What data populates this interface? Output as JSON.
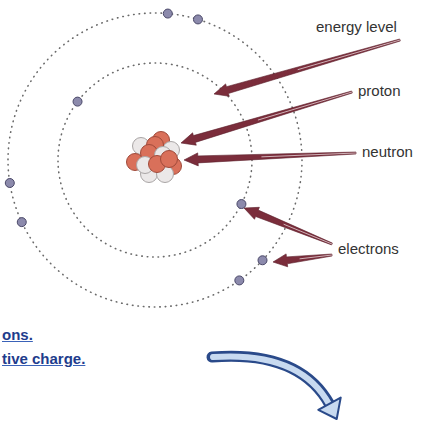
{
  "diagram": {
    "labels": [
      "energy level",
      "proton",
      "neutron",
      "electrons",
      "ons.",
      "tive charge."
    ]
  }
}
